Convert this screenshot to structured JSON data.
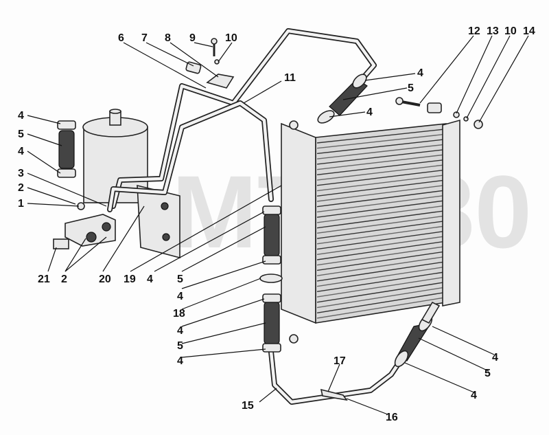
{
  "watermark": "MTZ-80",
  "labels": {
    "l6": "6",
    "l7": "7",
    "l8": "8",
    "l9": "9",
    "l10a": "10",
    "l11": "11",
    "l12": "12",
    "l13": "13",
    "l10b": "10",
    "l14": "14",
    "l4_tr1": "4",
    "l5_tr": "5",
    "l4_tr2": "4",
    "l4_lt1": "4",
    "l5_lt": "5",
    "l4_lt2": "4",
    "l3": "3",
    "l2_a": "2",
    "l1": "1",
    "l21": "21",
    "l2_b": "2",
    "l20": "20",
    "l19": "19",
    "l4_m1": "4",
    "l5_m1": "5",
    "l4_m2": "4",
    "l18": "18",
    "l4_m3": "4",
    "l5_m2": "5",
    "l4_m4": "4",
    "l4_r1": "4",
    "l5_r": "5",
    "l4_r2": "4",
    "l17": "17",
    "l15": "15",
    "l16": "16"
  }
}
